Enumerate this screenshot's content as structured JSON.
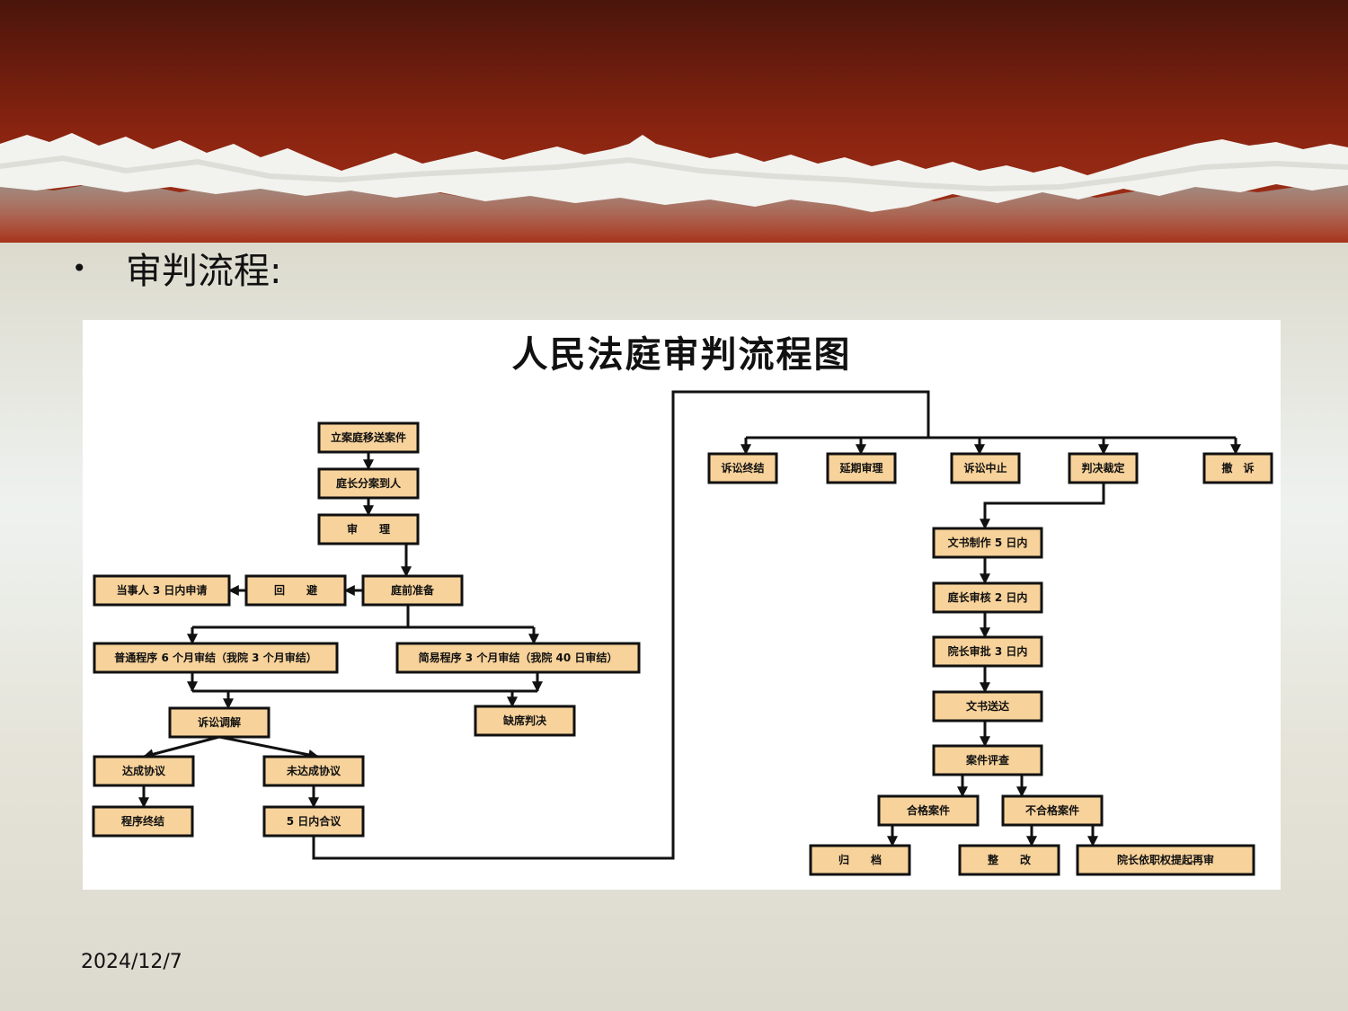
{
  "slide": {
    "bullet": "•",
    "heading": "审判流程:",
    "date": "2024/12/7"
  },
  "colors": {
    "banner_top": "#4a150b",
    "banner_mid": "#8a2410",
    "banner_low": "#a6321a",
    "box_fill": "#f7d29a",
    "box_stroke": "#111111"
  },
  "diagram": {
    "title": "人民法庭审判流程图",
    "nodes": [
      {
        "id": "filing",
        "label": "立案庭移送案件"
      },
      {
        "id": "assign",
        "label": "庭长分案到人"
      },
      {
        "id": "trial",
        "label": "审　　理"
      },
      {
        "id": "prep",
        "label": "庭前准备"
      },
      {
        "id": "recuse",
        "label": "回　　避"
      },
      {
        "id": "apply",
        "label": "当事人 3 日内申请"
      },
      {
        "id": "ordinary",
        "label": "普通程序 6 个月审结（我院 3 个月审结）"
      },
      {
        "id": "simple",
        "label": "简易程序 3 个月审结（我院 40 日审结）"
      },
      {
        "id": "mediation",
        "label": "诉讼调解"
      },
      {
        "id": "default",
        "label": "缺席判决"
      },
      {
        "id": "agree",
        "label": "达成协议"
      },
      {
        "id": "noagree",
        "label": "未达成协议"
      },
      {
        "id": "procend",
        "label": "程序终结"
      },
      {
        "id": "meet5",
        "label": "5 日内合议"
      },
      {
        "id": "terminate",
        "label": "诉讼终结"
      },
      {
        "id": "delay",
        "label": "延期审理"
      },
      {
        "id": "suspend",
        "label": "诉讼中止"
      },
      {
        "id": "judgment",
        "label": "判决裁定"
      },
      {
        "id": "withdraw",
        "label": "撤　诉"
      },
      {
        "id": "doc5",
        "label": "文书制作 5 日内"
      },
      {
        "id": "review2",
        "label": "庭长审核 2 日内"
      },
      {
        "id": "approve3",
        "label": "院长审批 3 日内"
      },
      {
        "id": "deliver",
        "label": "文书送达"
      },
      {
        "id": "evaluate",
        "label": "案件评查"
      },
      {
        "id": "qualified",
        "label": "合格案件"
      },
      {
        "id": "unqualified",
        "label": "不合格案件"
      },
      {
        "id": "archive",
        "label": "归　　档"
      },
      {
        "id": "rectify",
        "label": "整　　改"
      },
      {
        "id": "retrial",
        "label": "院长依职权提起再审"
      }
    ]
  }
}
